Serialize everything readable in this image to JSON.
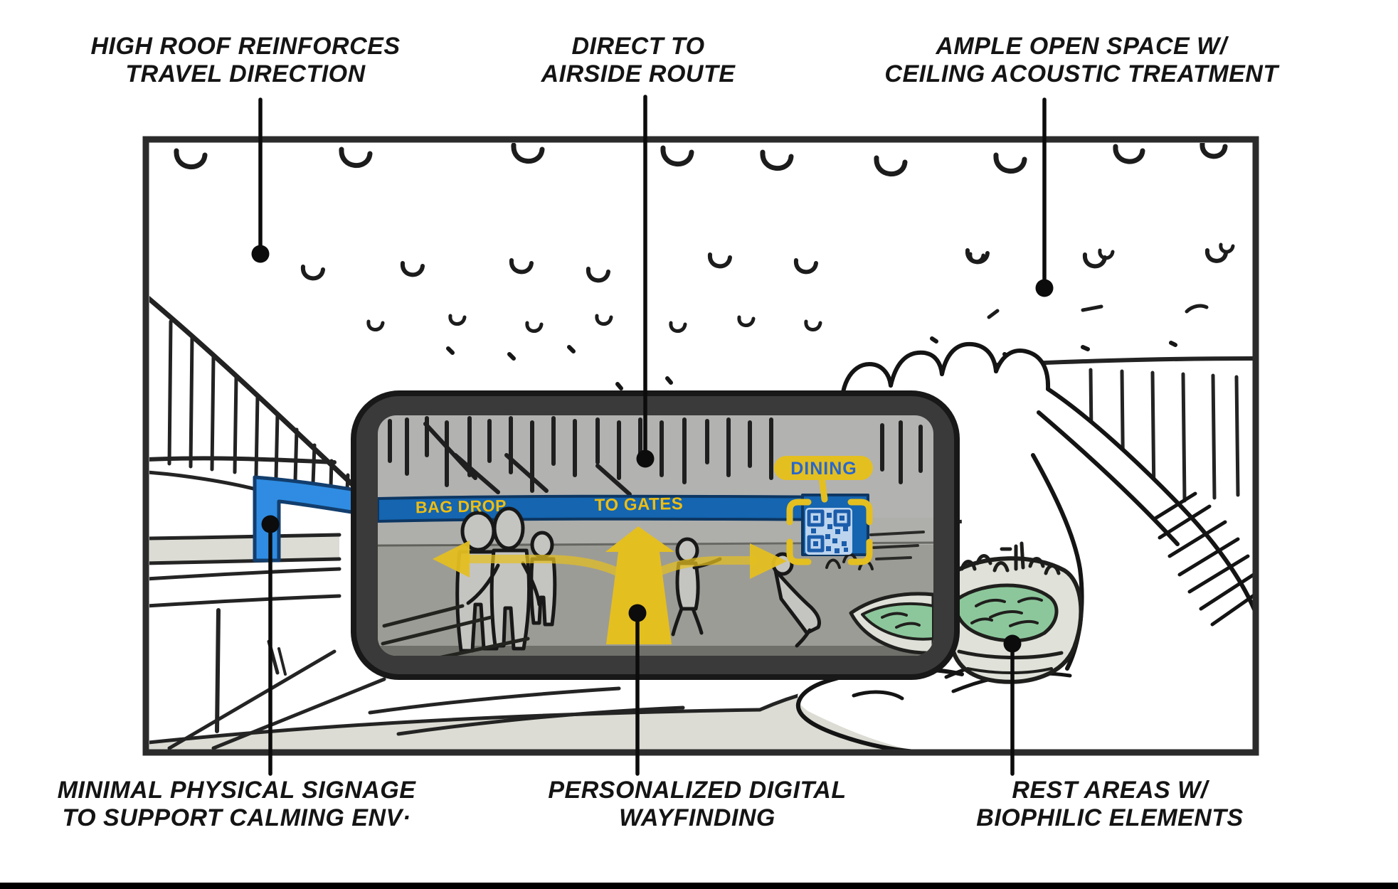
{
  "diagram": {
    "annotations": {
      "high_roof": {
        "line1": "HIGH ROOF REINFORCES",
        "line2": "TRAVEL DIRECTION"
      },
      "direct_airside": {
        "line1": "DIRECT TO",
        "line2": "AIRSIDE ROUTE"
      },
      "ample_space": {
        "line1": "AMPLE OPEN SPACE W/",
        "line2": "CEILING ACOUSTIC TREATMENT"
      },
      "minimal_signage": {
        "line1": "MINIMAL PHYSICAL SIGNAGE",
        "line2": "TO SUPPORT CALMING ENV·"
      },
      "digital_wayfinding": {
        "line1": "PERSONALIZED DIGITAL",
        "line2": "WAYFINDING"
      },
      "rest_areas": {
        "line1": "REST AREAS W/",
        "line2": "BIOPHILIC ELEMENTS"
      }
    },
    "phone_screen": {
      "bag_drop_sign": "BAG DROP",
      "to_gates_sign": "TO GATES",
      "dining_tag": "DINING",
      "qr_icon": "dining-qr-code"
    },
    "colors": {
      "wayfinding_band_blue": "#1565b0",
      "band_edge_navy": "#0d3763",
      "physical_sign_blue": "#2f8ce2",
      "ar_yellow": "#e4bf20",
      "label_yellow": "#eebd12",
      "dining_text_blue": "#2a67cc",
      "qr_light_blue": "#bcd4ee",
      "qr_dark_blue": "#1b5cab",
      "biophilic_green": "#8cc79b",
      "sketch_ink": "#1a1a1a"
    }
  }
}
